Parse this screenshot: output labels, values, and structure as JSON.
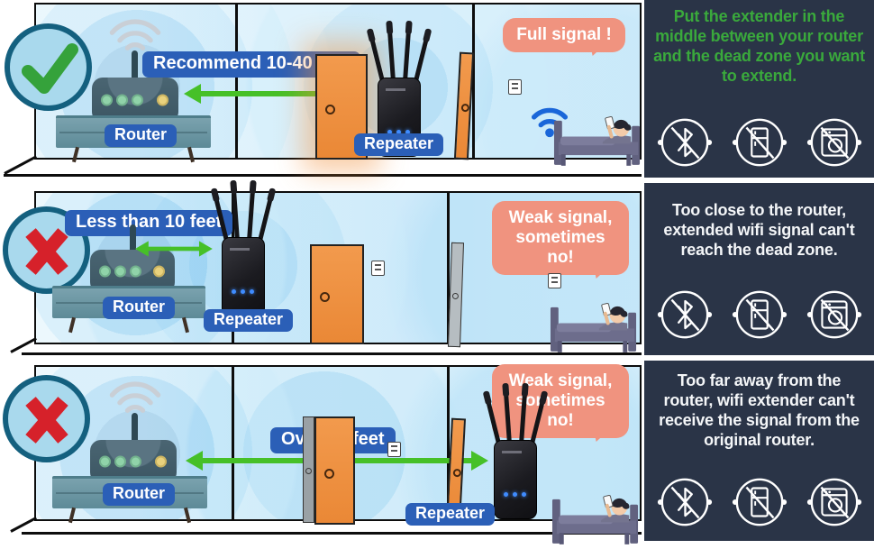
{
  "rows": [
    {
      "verdict": "recommended",
      "verdict_icon": "check",
      "distance_label": "Recommend 10-40 feet",
      "router_label": "Router",
      "repeater_label": "Repeater",
      "speech_bubble": "Full signal !",
      "panel_text": "Put the extender in the middle between your router and the dead zone you want to extend."
    },
    {
      "verdict": "not-recommended",
      "verdict_icon": "cross",
      "distance_label": "Less than 10 feet",
      "router_label": "Router",
      "repeater_label": "Repeater",
      "speech_bubble": "Weak signal, sometimes no!",
      "panel_text": "Too close to the router, extended wifi signal can't reach the dead zone."
    },
    {
      "verdict": "not-recommended",
      "verdict_icon": "cross",
      "distance_label": "Over 40 feet",
      "router_label": "Router",
      "repeater_label": "Repeater",
      "speech_bubble": "Weak signal, sometimes no!",
      "panel_text": "Too far away from the router, wifi extender can't receive the signal from the original router."
    }
  ],
  "prohibited_icons": [
    "no-bluetooth",
    "no-refrigerator",
    "no-washing-machine"
  ],
  "colors": {
    "panel_bg": "#2a3447",
    "panel_text_green": "#3aa93c",
    "panel_text_white": "#f4f6f8",
    "label_blue": "#2b5fb7",
    "arrow_green": "#46c028",
    "bubble_salmon": "#f0937f",
    "check_green": "#35a23b",
    "cross_red": "#d6212a",
    "door_orange": "#ef9040"
  }
}
